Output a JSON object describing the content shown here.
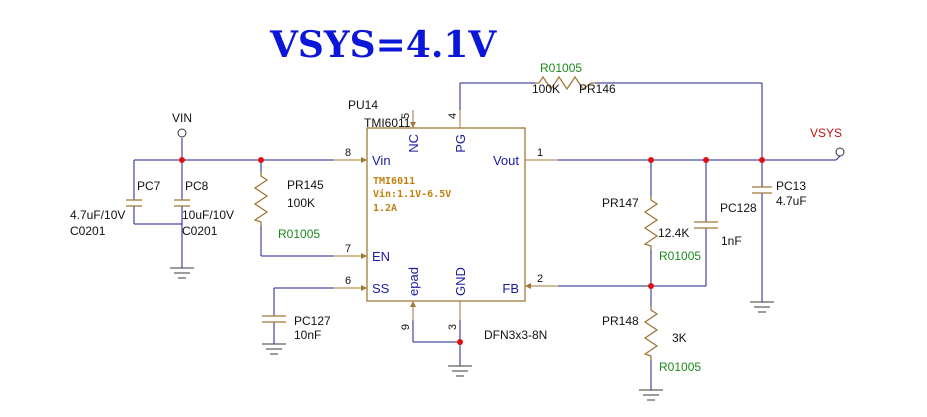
{
  "title": "VSYS=4.1V",
  "nets": {
    "vin": "VIN",
    "vsys": "VSYS"
  },
  "ic": {
    "ref": "PU14",
    "part": "TMI6011",
    "inner_name": "TMI6011",
    "inner_vin": "Vin:1.1V-6.5V",
    "inner_current": "1.2A",
    "package": "DFN3x3-8N",
    "pin_names": {
      "vin": "Vin",
      "en": "EN",
      "ss": "SS",
      "nc": "NC",
      "pg": "PG",
      "vout": "Vout",
      "fb": "FB",
      "epad": "epad",
      "gnd": "GND"
    },
    "pin_numbers": {
      "vin": "8",
      "en": "7",
      "ss": "6",
      "nc": "5",
      "pg": "4",
      "vout": "1",
      "fb": "2",
      "epad": "9",
      "gnd": "3"
    }
  },
  "components": {
    "pc7": {
      "ref": "PC7",
      "value": "4.7uF/10V",
      "package": "C0201"
    },
    "pc8": {
      "ref": "PC8",
      "value": "10uF/10V",
      "package": "C0201"
    },
    "pr145": {
      "ref": "PR145",
      "value": "100K",
      "package": "R01005"
    },
    "pc127": {
      "ref": "PC127",
      "value": "10nF"
    },
    "pr146": {
      "ref": "PR146",
      "value": "100K",
      "package": "R01005"
    },
    "pr147": {
      "ref": "PR147",
      "value": "12.4K",
      "package": "R01005"
    },
    "pc128": {
      "ref": "PC128",
      "value": "1nF"
    },
    "pr148": {
      "ref": "PR148",
      "value": "3K",
      "package": "R01005"
    },
    "pc13": {
      "ref": "PC13",
      "value": "4.7uF"
    }
  },
  "colors": {
    "wire": "#1f1f8f",
    "pin": "#a07838",
    "junction": "#e01010",
    "title": "#0b16d8",
    "package_label": "#1a8a1a",
    "net_label": "#c01010"
  }
}
